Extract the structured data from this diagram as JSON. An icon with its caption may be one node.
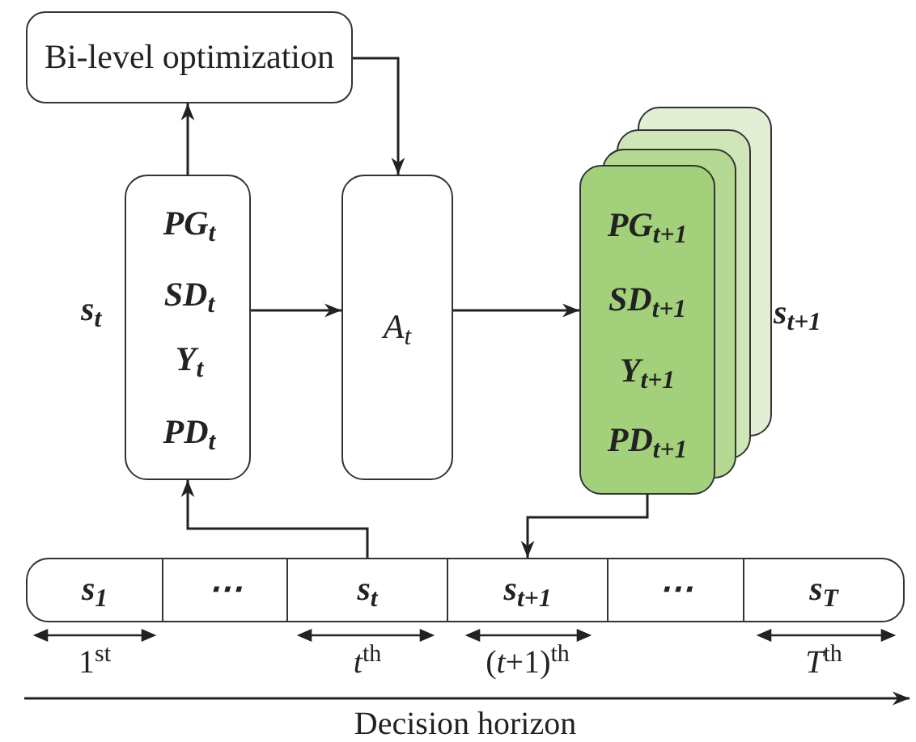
{
  "diagram": {
    "nodes": [
      {
        "text": [
          "Bi-level optimization"
        ]
      },
      {
        "text": [
          "PG$_{t}$",
          "SD$_{t}$",
          "Y$_{t}$",
          "PD$_{t}$"
        ],
        "beside": [
          "s$_{t}$"
        ]
      },
      {
        "text": [
          "A$_{t}$"
        ]
      },
      {
        "text": [
          "PG$_{t+1}$",
          "SD$_{t+1}$",
          "Y$_{t+1}$",
          "PD$_{t+1}$"
        ],
        "beside": [
          "s$_{t+1}$"
        ]
      },
      {
        "text": [
          "s$_{1}$"
        ]
      },
      {
        "text": [
          "⋯"
        ]
      },
      {
        "text": [
          "s$_{t}$"
        ]
      },
      {
        "text": [
          "s$_{t+1}$"
        ]
      },
      {
        "text": [
          "⋯"
        ]
      },
      {
        "text": [
          "s$_{T}$"
        ]
      }
    ],
    "edges": [
      {
        "from": 1,
        "to": 0,
        "arrow": "to"
      },
      {
        "from": 0,
        "to": 2,
        "arrow": "to"
      },
      {
        "from": 1,
        "to": 2,
        "arrow": "to"
      },
      {
        "from": 2,
        "to": 3,
        "arrow": "to"
      },
      {
        "from": 6,
        "to": 1,
        "arrow": "to"
      },
      {
        "from": 3,
        "to": 7,
        "arrow": "to"
      }
    ],
    "labels": [
      "1$^{st}$",
      "*t*$^{th}$",
      "(*t*+1)$^{th}$",
      "*T*$^{th}$",
      "Decision horizon"
    ]
  }
}
